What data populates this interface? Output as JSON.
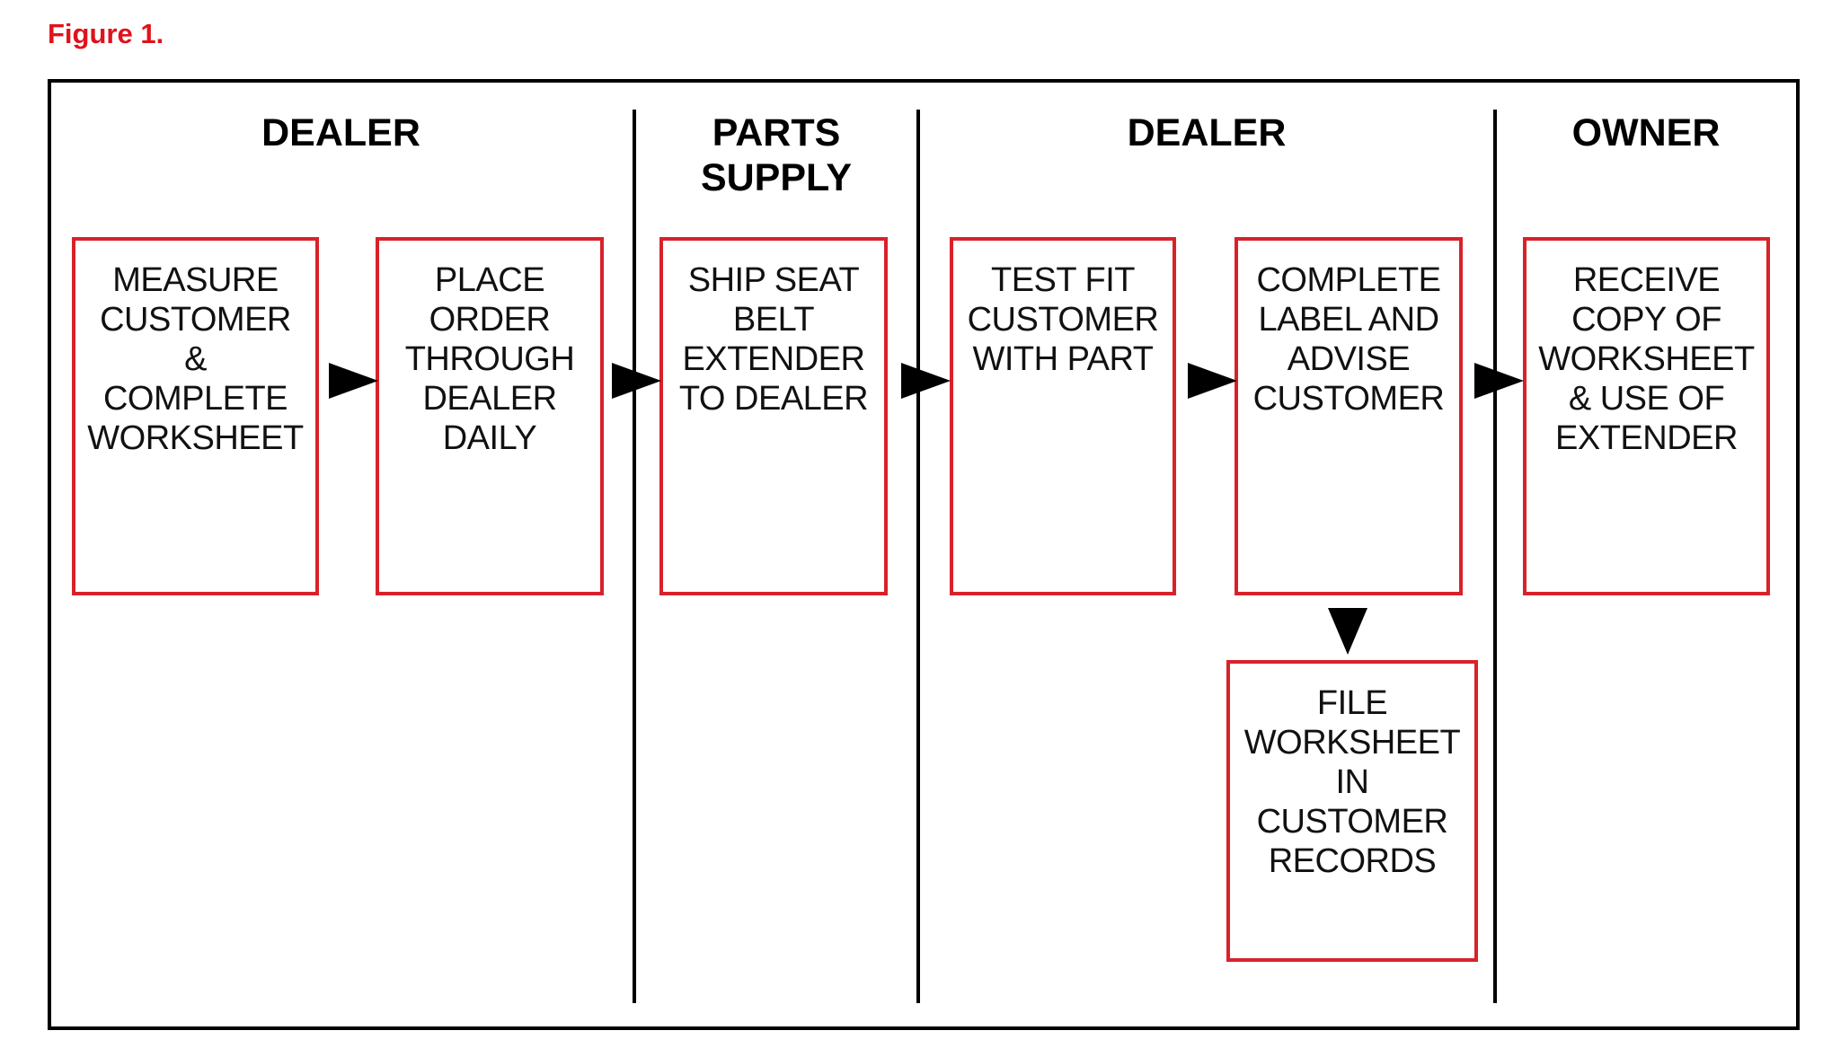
{
  "figure_label": "Figure 1.",
  "lanes": [
    {
      "title": "DEALER"
    },
    {
      "title": "PARTS\nSUPPLY"
    },
    {
      "title": "DEALER"
    },
    {
      "title": "OWNER"
    }
  ],
  "steps": {
    "measure": "MEASURE\nCUSTOMER\n&\nCOMPLETE\nWORKSHEET",
    "place_order": "PLACE\nORDER\nTHROUGH\nDEALER\nDAILY",
    "ship": "SHIP SEAT\nBELT\nEXTENDER\nTO DEALER",
    "test_fit": "TEST FIT\nCUSTOMER\nWITH PART",
    "complete_label": "COMPLETE\nLABEL AND\nADVISE\nCUSTOMER",
    "receive": "RECEIVE\nCOPY OF\nWORKSHEET\n& USE OF\nEXTENDER",
    "file": "FILE\nWORKSHEET\nIN\nCUSTOMER\nRECORDS"
  },
  "colors": {
    "box_border": "#d8222a",
    "figure_label": "#e0121b",
    "lines": "#000000"
  }
}
